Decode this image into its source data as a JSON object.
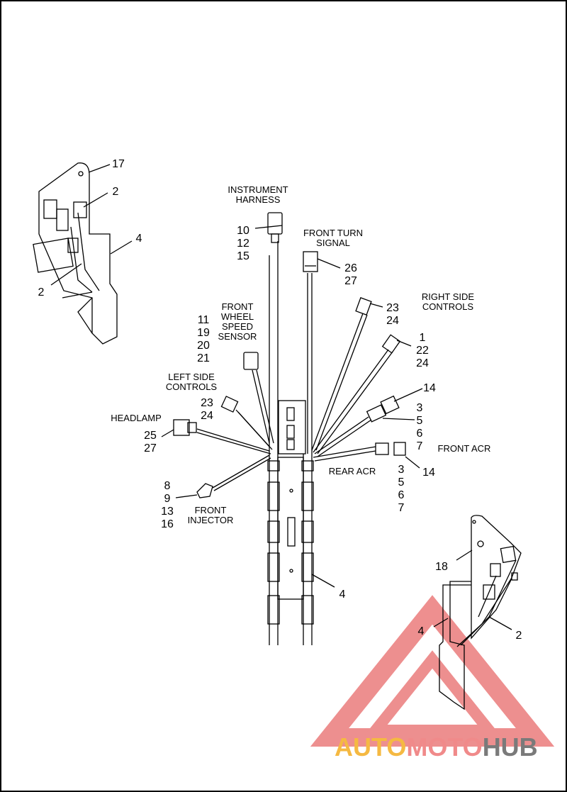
{
  "labels": {
    "instrument_harness": [
      "INSTRUMENT",
      "HARNESS"
    ],
    "instrument_harness_refs": [
      "10",
      "12",
      "15"
    ],
    "front_turn_signal": [
      "FRONT TURN",
      "SIGNAL"
    ],
    "front_turn_signal_refs": [
      "26",
      "27"
    ],
    "right_side_controls": [
      "RIGHT SIDE",
      "CONTROLS"
    ],
    "right_side_upper_refs": [
      "23",
      "24"
    ],
    "right_side_lower_refs": [
      "1",
      "22",
      "24"
    ],
    "front_wheel_speed_sensor": [
      "FRONT",
      "WHEEL",
      "SPEED",
      "SENSOR"
    ],
    "front_wheel_speed_sensor_refs": [
      "11",
      "19",
      "20",
      "21"
    ],
    "left_side_controls": [
      "LEFT SIDE",
      "CONTROLS"
    ],
    "left_side_controls_refs": [
      "23",
      "24"
    ],
    "headlamp": "HEADLAMP",
    "headlamp_refs": [
      "25",
      "27"
    ],
    "front_injector": [
      "FRONT",
      "INJECTOR"
    ],
    "front_injector_refs": [
      "8",
      "9",
      "13",
      "16"
    ],
    "front_acr": "FRONT ACR",
    "front_acr_refs": [
      "14",
      "3",
      "5",
      "6",
      "7"
    ],
    "rear_acr": "REAR ACR",
    "rear_acr_refs": [
      "3",
      "5",
      "6",
      "7"
    ],
    "rear_acr_side_ref": "14",
    "main_harness_ref": "4",
    "left_inset_refs": {
      "top": "17",
      "clip_upper": "2",
      "harness": "4",
      "clip_lower": "2"
    },
    "right_inset_refs": {
      "bracket": "18",
      "harness": "4",
      "clip": "2"
    }
  },
  "watermark": {
    "text_parts": [
      "AUTO",
      "MOTO",
      "HUB"
    ],
    "colors": {
      "auto": "#f5b942",
      "moto": "#f08a8a",
      "hub": "#7a7a7a",
      "triangle": "#e86a6a"
    }
  }
}
